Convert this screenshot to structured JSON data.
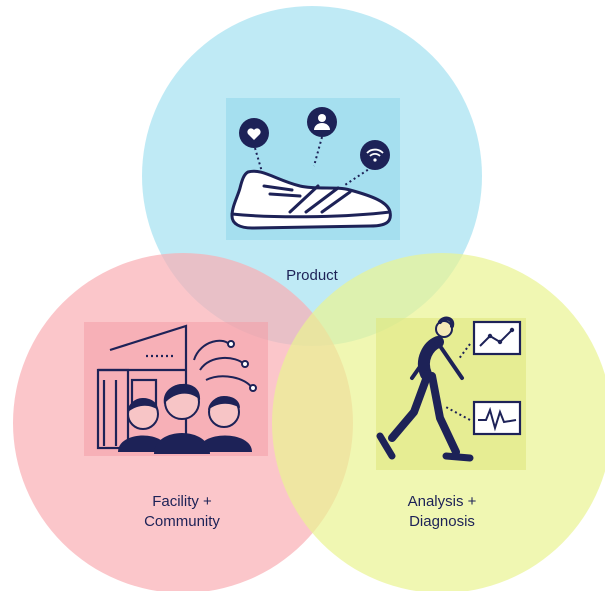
{
  "circles": [
    {
      "id": "product",
      "color": "#a9e3f2",
      "label_lines": [
        "Product"
      ]
    },
    {
      "id": "facility",
      "color": "#f9aeb4",
      "label_lines": [
        "Facility +",
        "Community"
      ]
    },
    {
      "id": "analysis",
      "color": "#eaf391",
      "label_lines": [
        "Analysis +",
        "Diagnosis"
      ]
    }
  ],
  "icons": {
    "product": [
      "heart-icon",
      "user-icon",
      "wifi-icon",
      "running-shoe-icon"
    ],
    "facility": [
      "building-icon",
      "people-group-icon",
      "network-icon"
    ],
    "analysis": [
      "walking-person-icon",
      "line-chart-icon",
      "pulse-chart-icon"
    ]
  },
  "colors": {
    "ink": "#1d2257"
  }
}
